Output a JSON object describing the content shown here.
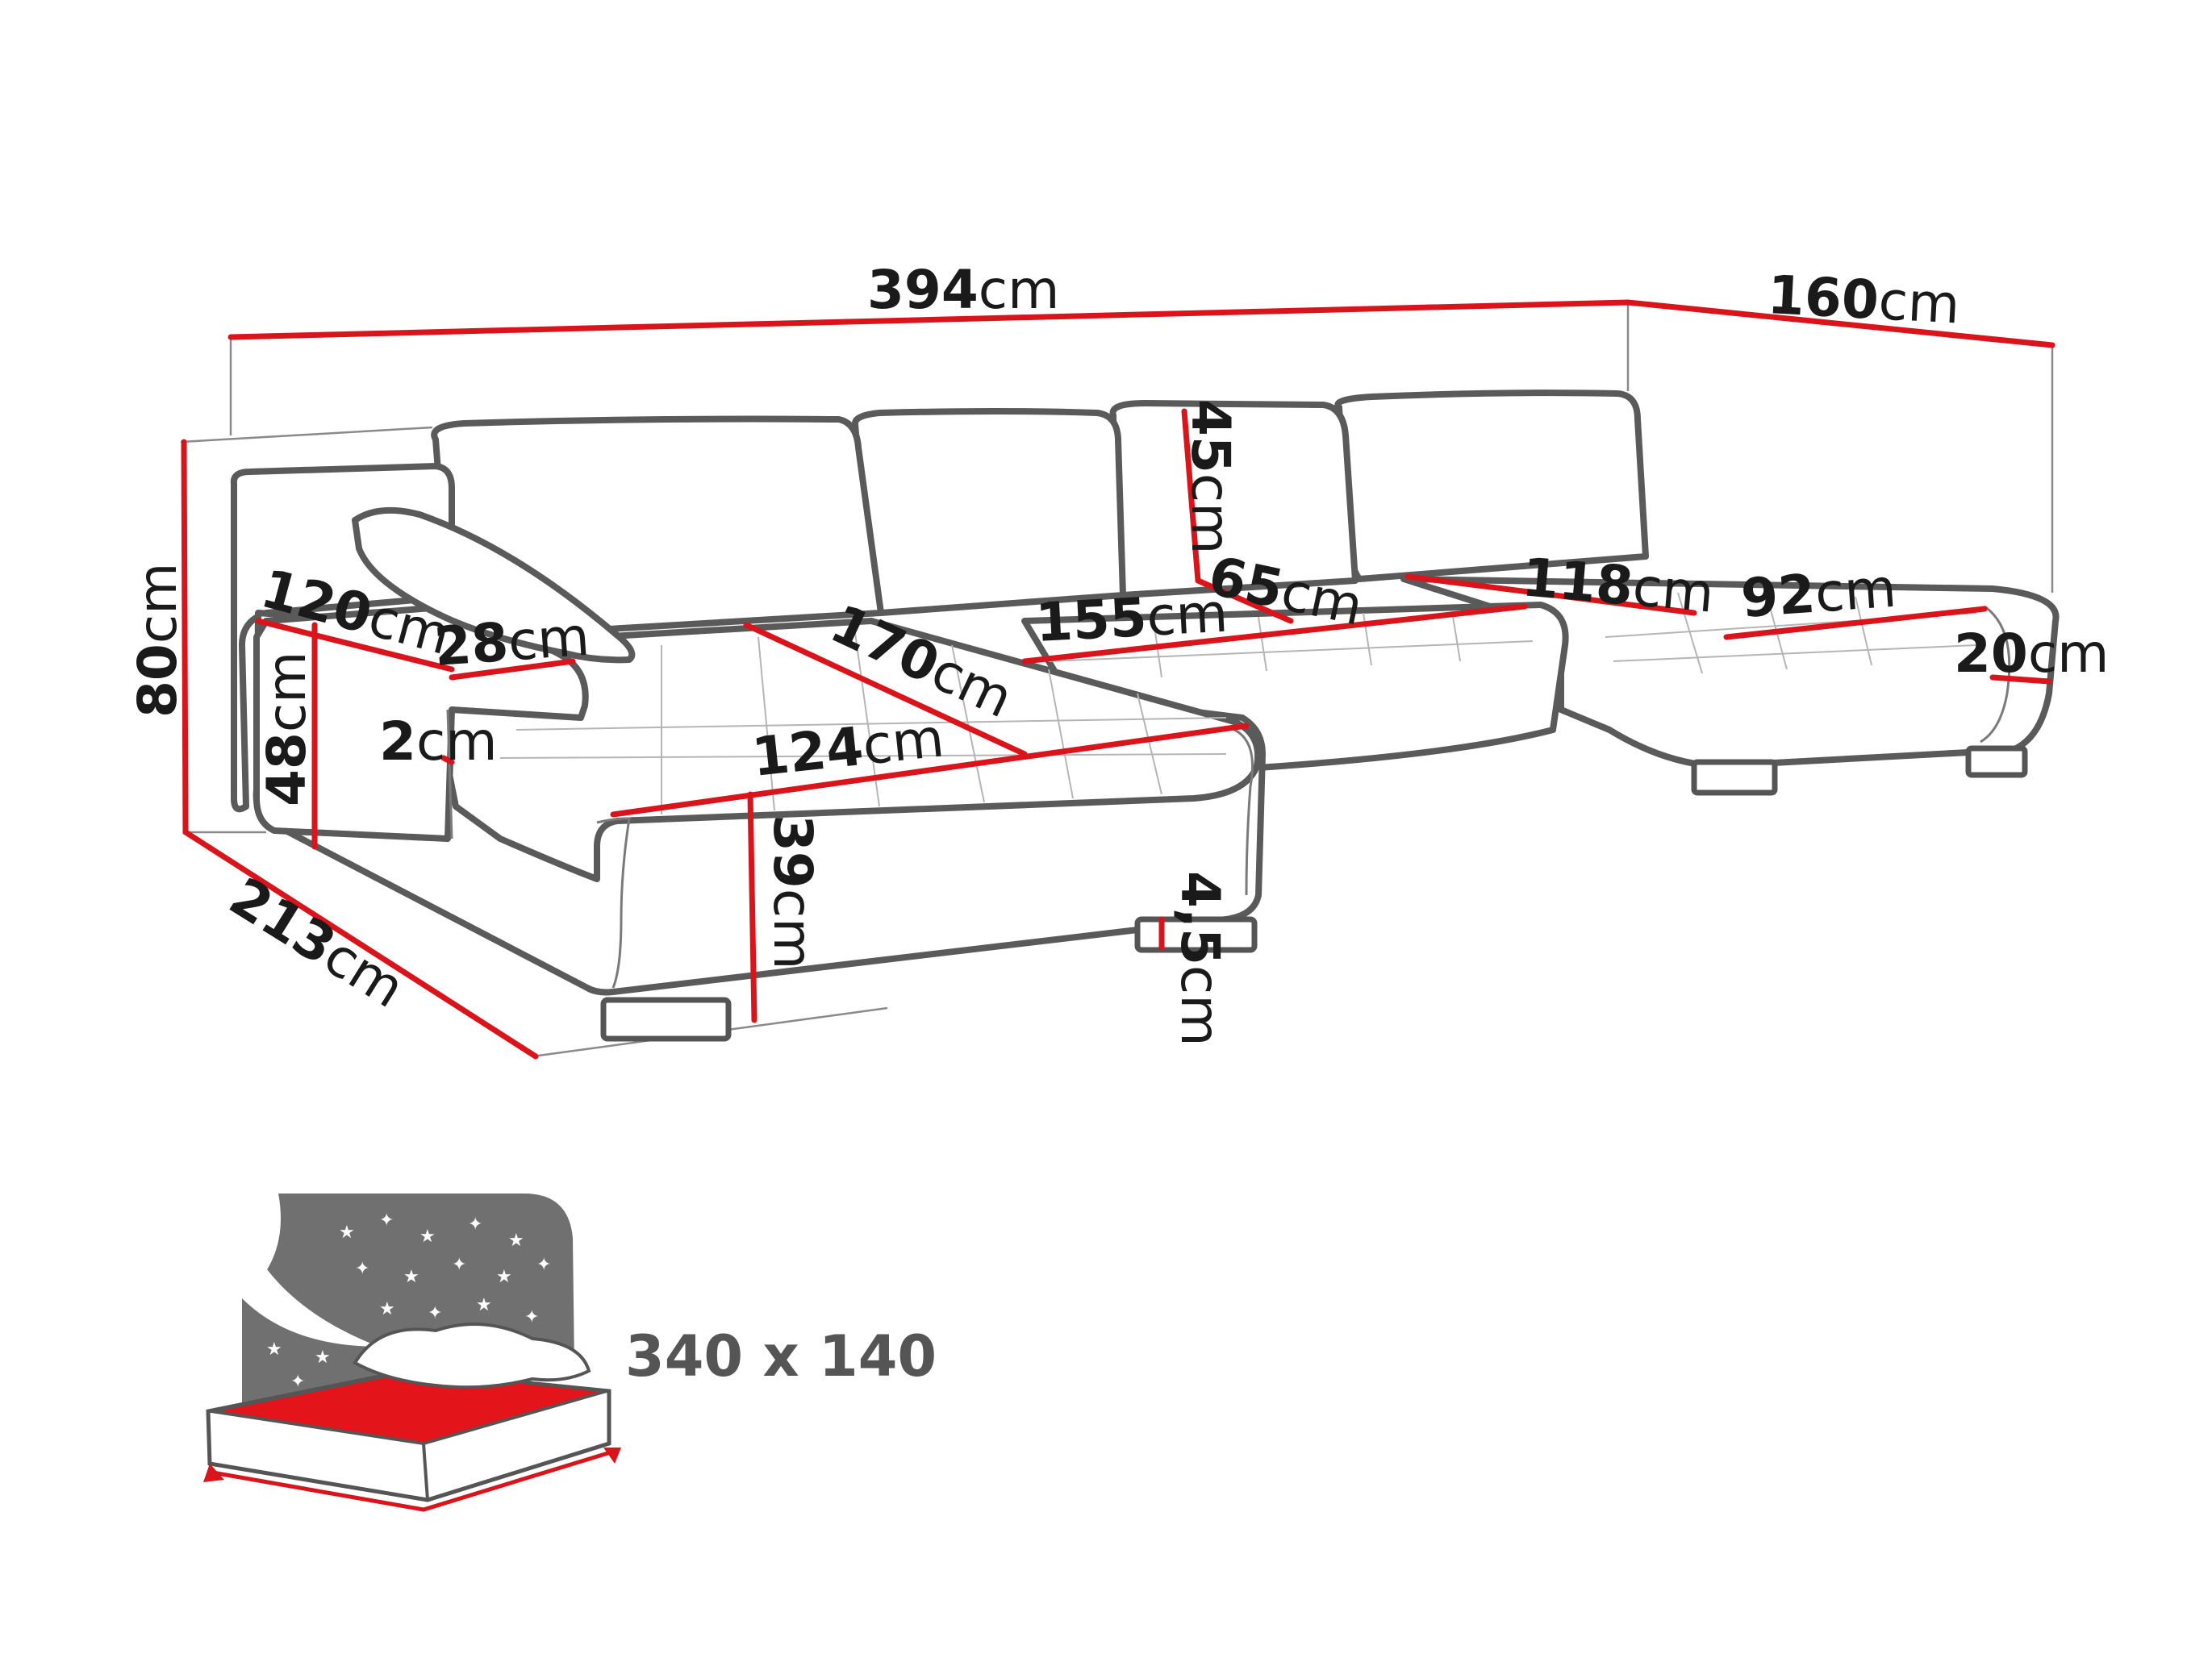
{
  "diagram": {
    "unit": "cm",
    "dimensions": {
      "overall_width": "394",
      "side_depth": "160",
      "height": "80",
      "depth": "213",
      "armrest_length": "120",
      "armrest_width": "28",
      "armrest_offset": "2",
      "armrest_height": "48",
      "chaise_length": "170",
      "chaise_width": "124",
      "seat_height": "39",
      "leg_height": "4,5",
      "backrest_height": "45",
      "seat_depth": "65",
      "middle_width": "155",
      "right_chaise_length": "118",
      "right_chaise_width": "92",
      "right_armrest_width": "20"
    },
    "sleeping_area": "340 x 140",
    "colors": {
      "dimension_line": "#d9141b",
      "outline": "#5a5a5a",
      "bed_surface": "#e3151b",
      "night_sky": "#707070"
    },
    "icons": [
      "sofa-drawing",
      "bed-icon",
      "stars-icon",
      "pillow-icon"
    ]
  }
}
